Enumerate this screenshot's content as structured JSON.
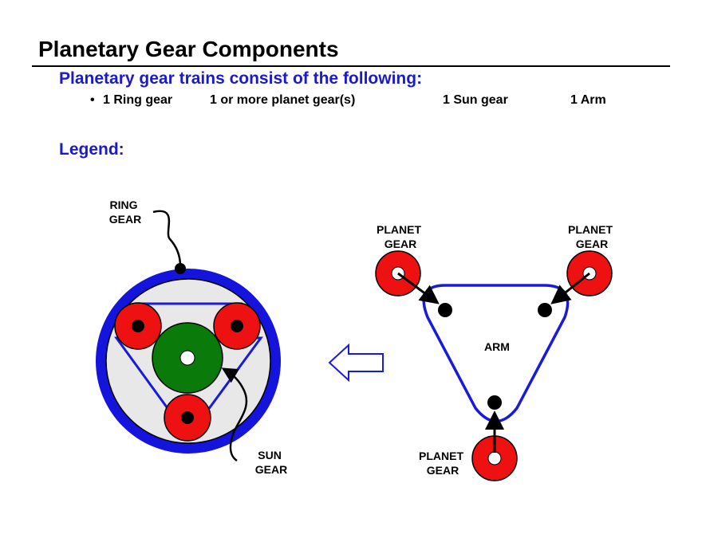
{
  "header": {
    "title": "Planetary Gear Components",
    "subtitle": "Planetary gear trains consist of the following:"
  },
  "components": {
    "bullet": "•",
    "items": [
      "1 Ring gear",
      "1 or more planet gear(s)",
      "1 Sun gear",
      "1 Arm"
    ]
  },
  "legend": {
    "label": "Legend:"
  },
  "diagram": {
    "ring_label": [
      "RING",
      "GEAR"
    ],
    "sun_label": [
      "SUN",
      "GEAR"
    ],
    "planet_label": [
      "PLANET",
      "GEAR"
    ],
    "arm_label": "ARM"
  },
  "colors": {
    "ring": "#1414dd",
    "ring_inner": "#e8e8e8",
    "planet": "#ee1111",
    "sun": "#0a7a0a",
    "arm": "#1a1add",
    "heading": "#1a1acc"
  }
}
